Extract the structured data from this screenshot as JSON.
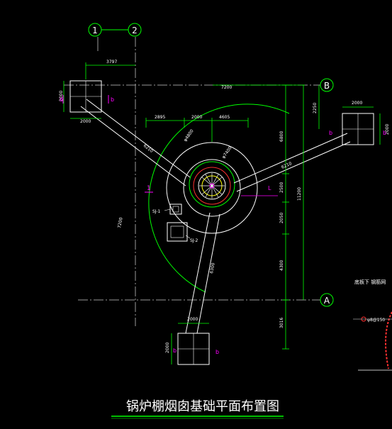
{
  "title": "锅炉棚烟囱基础平面布置图",
  "axes": {
    "one": "1",
    "two": "2",
    "b": "B",
    "a": "A"
  },
  "dims": {
    "top_offset": "3797",
    "left_pad_w": "2000",
    "left_pad_h": "2000",
    "right_pad_w": "2000",
    "right_pad_h": "2000",
    "bottom_pad_w": "2000",
    "bottom_pad_h": "2000",
    "radius_big": "7200",
    "radius_label": "7200",
    "seg_a": "2895",
    "seg_b": "2000",
    "seg_c": "4605",
    "diag_left": "6210",
    "diag_right": "6210",
    "diag_bottom": "6300",
    "v1": "6800",
    "v2": "2500",
    "v3": "2050",
    "v4": "4300",
    "v5": "3016",
    "v_total": "11200",
    "r_mark": "φ4800",
    "r_mark2": "φ7400",
    "b_gap": "2250",
    "right_inner": "2000"
  },
  "labels": {
    "pad_b": "b",
    "tie_label": "1",
    "sj1": "SJ-1",
    "sj2": "SJ-2",
    "l_mark": "L",
    "side_note": "底板下 钢筋网",
    "side_dim": "φ8@150"
  },
  "colors": {
    "green": "#00ff00",
    "white": "#ffffff",
    "magenta": "#ff00ff",
    "yellow": "#ffff00",
    "red": "#ff3030",
    "gray": "#9a9a9a"
  }
}
